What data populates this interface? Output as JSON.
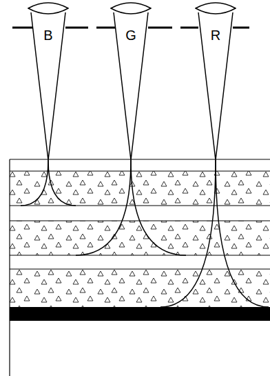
{
  "diagram": {
    "nodes": [
      {
        "text": [
          "B"
        ]
      },
      {
        "text": [
          "G"
        ]
      },
      {
        "text": [
          "R"
        ]
      }
    ]
  }
}
